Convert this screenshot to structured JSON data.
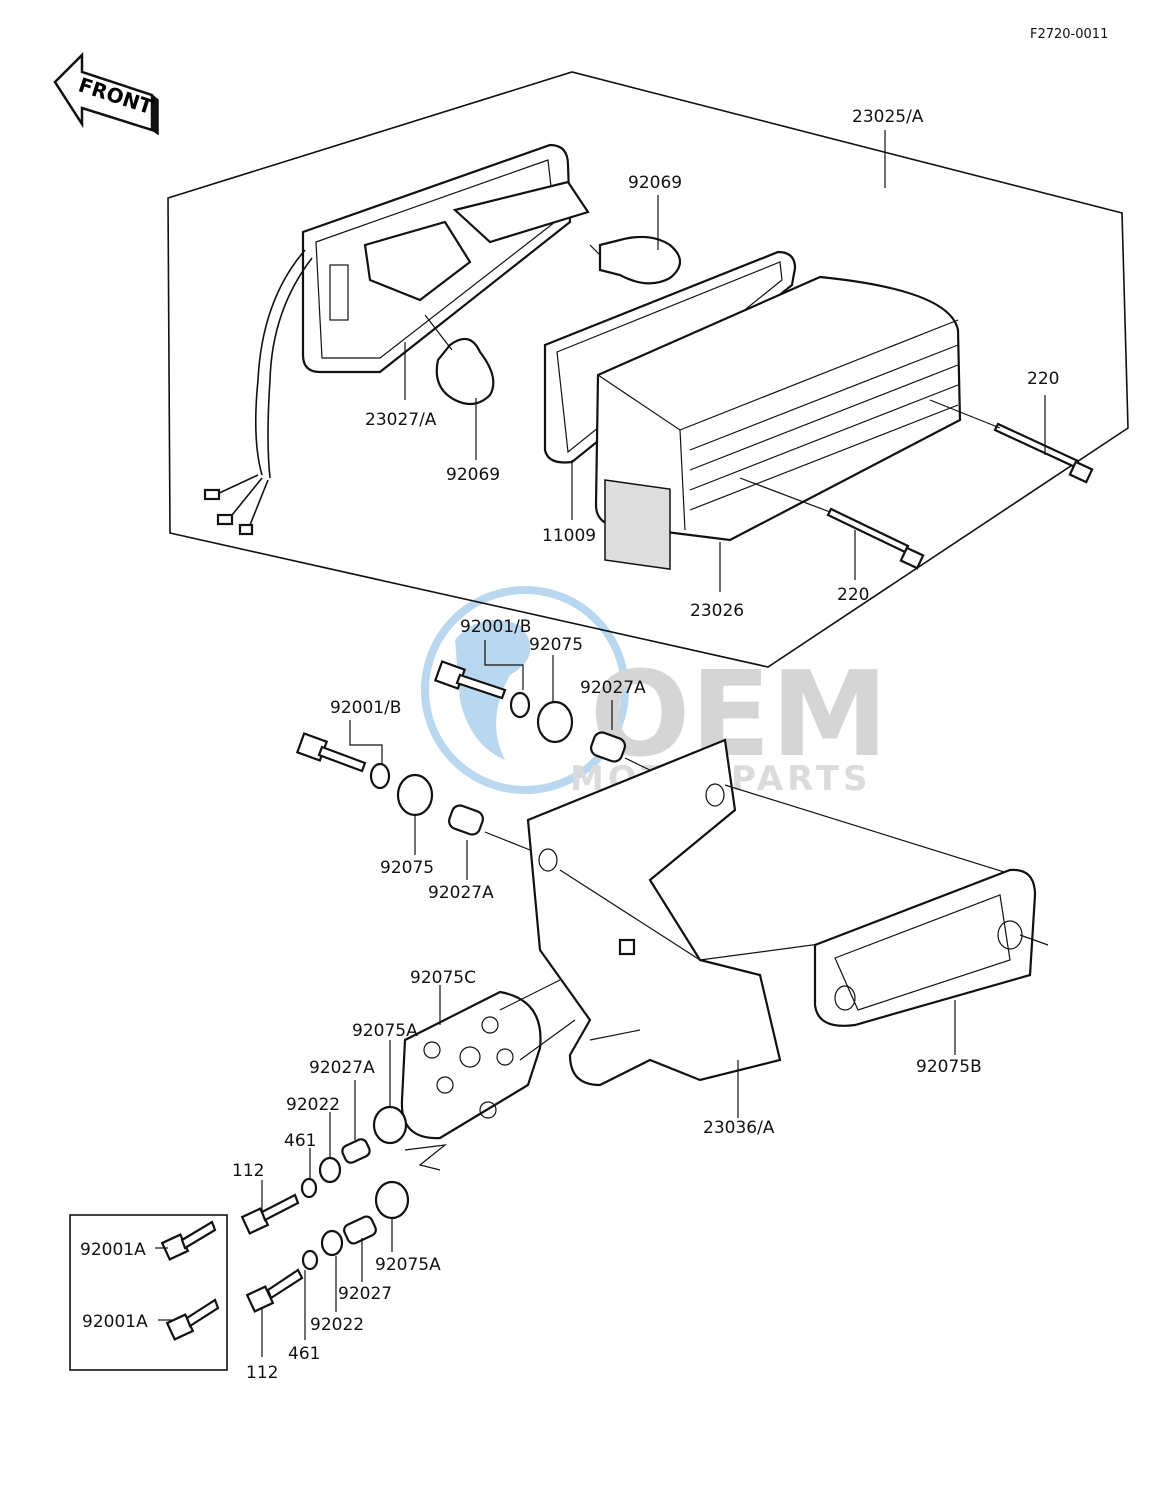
{
  "figure_code": "F2720-0011",
  "front_label": "FRONT",
  "watermark": {
    "brand": "OEM",
    "sub": "MOTORPARTS",
    "color": "#3a8fd0"
  },
  "part_labels": {
    "assy": "23025/A",
    "bulb_top": "92069",
    "base": "23027/A",
    "bulb_bottom": "92069",
    "gasket": "11009",
    "lens": "23026",
    "screw_right": "220",
    "screw_bottom": "220",
    "bolt_washer_top": "92001/B",
    "grommet_top": "92075",
    "collar_top": "92027A",
    "bolt_washer_left": "92001/B",
    "grommet_left": "92075",
    "collar_left": "92027A",
    "bracket": "23036/A",
    "damper_plate": "92075C",
    "grommet_a_top": "92075A",
    "collar_a": "92027A",
    "washer_22_top": "92022",
    "nut_461_top": "461",
    "bolt_112_top": "112",
    "grommet_a_bottom": "92075A",
    "collar_b": "92027",
    "washer_22_bottom": "92022",
    "nut_461_bottom": "461",
    "bolt_112_bottom": "112",
    "pad_b": "92075B",
    "inset_bolt_1": "92001A",
    "inset_bolt_2": "92001A"
  }
}
